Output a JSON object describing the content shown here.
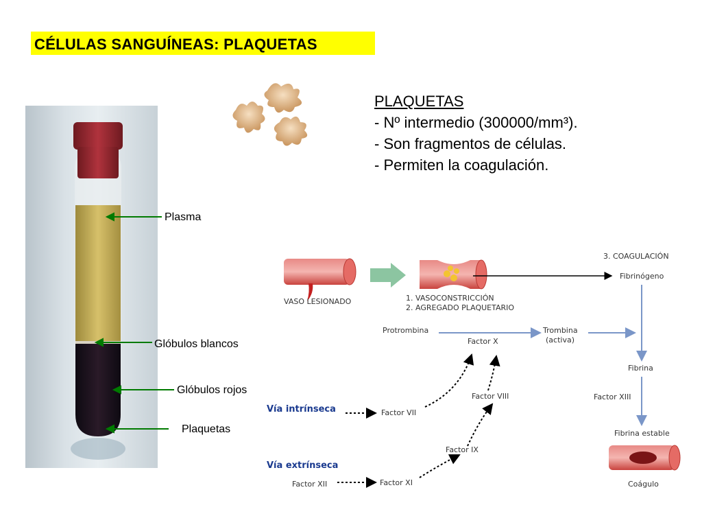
{
  "title": "CÉLULAS SANGUÍNEAS: PLAQUETAS",
  "platelets_info": {
    "heading": "PLAQUETAS",
    "lines": [
      "- Nº intermedio (300000/mm³).",
      "- Son fragmentos de células.",
      " - Permiten la coagulación."
    ]
  },
  "tube_labels": {
    "plasma": "Plasma",
    "white_cells": "Glóbulos blancos",
    "red_cells": "Glóbulos rojos",
    "platelets": "Plaquetas"
  },
  "coagulation": {
    "injured_vessel": "VASO LESIONADO",
    "step1": "1. VASOCONSTRICCIÓN",
    "step2": "2. AGREGADO PLAQUETARIO",
    "step3": "3. COAGULACIÓN",
    "fibrinogen": "Fibrinógeno",
    "prothrombin": "Protrombina",
    "factor_x": "Factor X",
    "thrombin": "Trombina",
    "thrombin_note": "(activa)",
    "fibrin": "Fibrina",
    "factor_xiii": "Factor XIII",
    "stable_fibrin": "Fibrina estable",
    "clot": "Coágulo",
    "intrinsic": "Vía intrínseca",
    "extrinsic": "Vía extrínseca",
    "factor_vii": "Factor VII",
    "factor_viii": "Factor VIII",
    "factor_ix": "Factor IX",
    "factor_xi": "Factor XI",
    "factor_xii": "Factor XII"
  },
  "colors": {
    "title_highlight": "#ffff00",
    "label_arrow": "#007a00",
    "vessel": "#d9534f",
    "flow_arrow": "#7a96c8",
    "pathway_text": "#1a3a8f"
  }
}
